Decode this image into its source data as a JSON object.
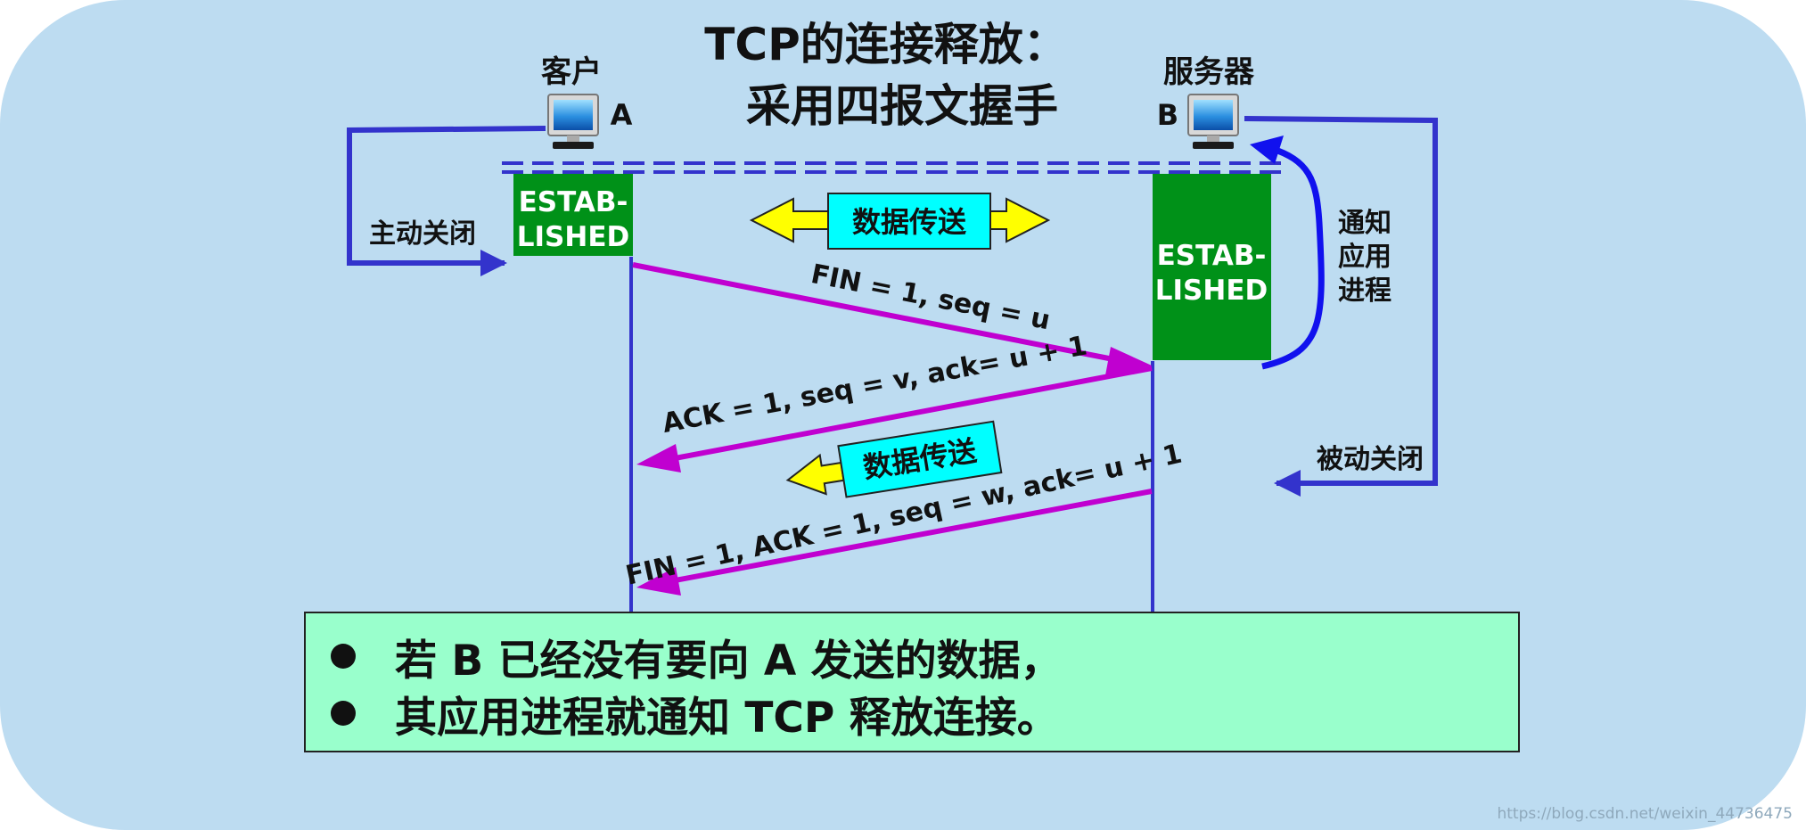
{
  "title": {
    "line1": "TCP的连接释放：",
    "line2": "采用四报文握手"
  },
  "client": {
    "name": "客户",
    "letter": "A",
    "state": [
      "ESTAB-",
      "LISHED"
    ],
    "close_label": "主动关闭"
  },
  "server": {
    "name": "服务器",
    "letter": "B",
    "state": [
      "ESTAB-",
      "LISHED"
    ],
    "close_label": "被动关闭",
    "notify_label": [
      "通知",
      "应用",
      "进程"
    ]
  },
  "data_transfer_label": "数据传送",
  "data_transfer_label_2": "数据传送",
  "messages": [
    {
      "text": "FIN = 1, seq = u",
      "direction": "A->B"
    },
    {
      "text": "ACK = 1, seq = v, ack= u + 1",
      "direction": "B->A"
    },
    {
      "text": "FIN = 1, ACK = 1, seq = w, ack= u + 1",
      "direction": "B->A"
    }
  ],
  "notes": [
    "若 B 已经没有要向 A 发送的数据，",
    "其应用进程就通知 TCP 释放连接。"
  ],
  "watermark": "https://blog.csdn.net/weixin_44736475",
  "colors": {
    "background": "#bddcf1",
    "state_box": "#009118",
    "message_arrow": "#c000d0",
    "flow_line": "#3333cc",
    "notify_arrow": "#1111ee",
    "data_label_fill": "#00ffff",
    "data_arrow_fill": "#ffff00",
    "note_fill": "#99ffcc"
  }
}
